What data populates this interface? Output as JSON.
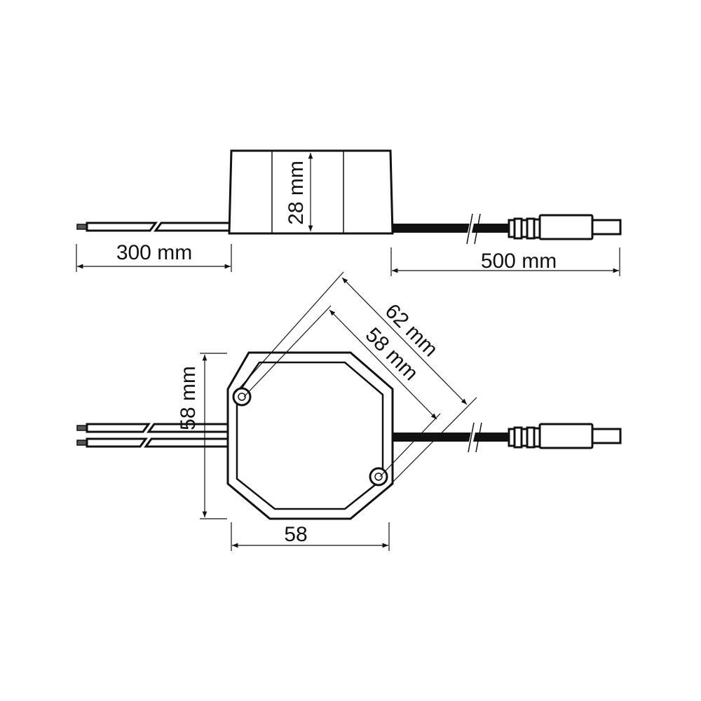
{
  "side_view": {
    "height_label": "28 mm",
    "left_wire_label": "300 mm",
    "right_cable_label": "500 mm"
  },
  "top_view": {
    "diagonal_outer_label": "62 mm",
    "diagonal_inner_label": "58 mm",
    "height_label": "58 mm",
    "width_label": "58"
  },
  "colors": {
    "line": "#111111",
    "background": "#ffffff"
  }
}
